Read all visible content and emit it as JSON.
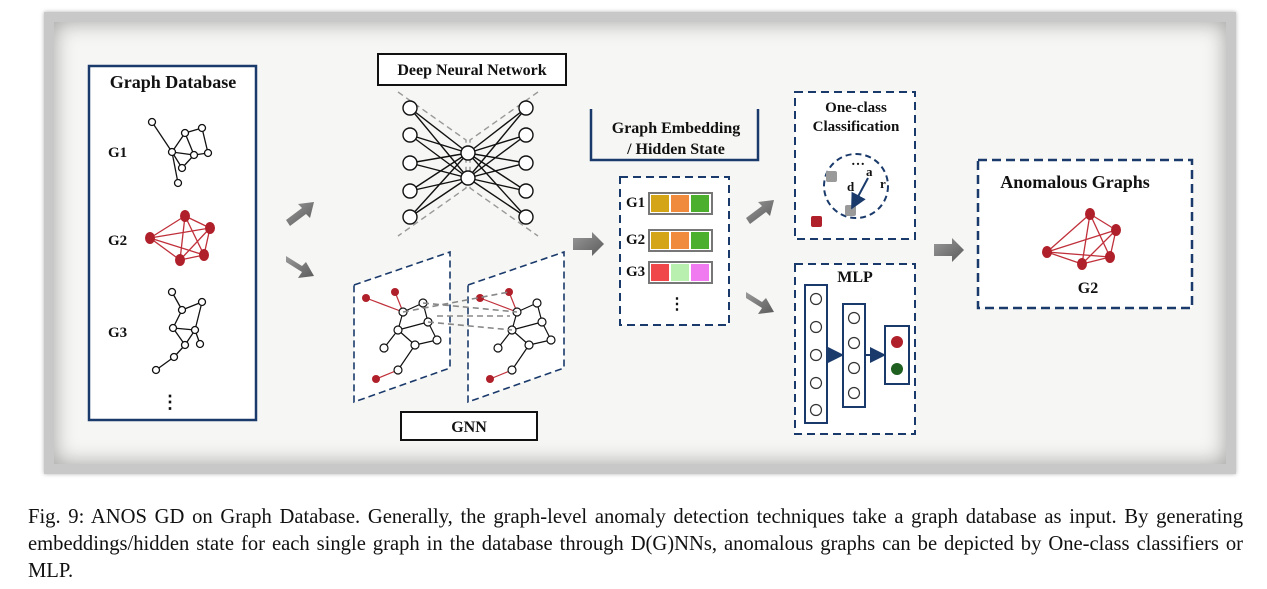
{
  "graph_database": {
    "title": "Graph Database",
    "labels": [
      "G1",
      "G2",
      "G3"
    ],
    "ellipsis": "⋮"
  },
  "dnn": {
    "title": "Deep Neural Network"
  },
  "gnn": {
    "title": "GNN"
  },
  "embedding": {
    "title_line1": "Graph Embedding",
    "title_line2": "/ Hidden State",
    "rows": [
      {
        "label": "G1",
        "colors": [
          "#d4a517",
          "#f08a3c",
          "#4caf2e"
        ]
      },
      {
        "label": "G2",
        "colors": [
          "#d4a517",
          "#f08a3c",
          "#4caf2e"
        ]
      },
      {
        "label": "G3",
        "colors": [
          "#f0474a",
          "#b9f0b0",
          "#f07af0"
        ]
      }
    ],
    "ellipsis": "⋮"
  },
  "one_class": {
    "title_line1": "One-class",
    "title_line2": "Classification",
    "dots": "…",
    "label_a": "a",
    "label_d": "d",
    "label_r": "r"
  },
  "mlp": {
    "title": "MLP"
  },
  "anomalous": {
    "title": "Anomalous Graphs",
    "label": "G2"
  },
  "colors": {
    "navy": "#1a3a6b",
    "anomaly_red": "#b0202a",
    "normal_green": "#1f5f1f"
  },
  "caption": "Fig. 9: ANOS GD on Graph Database. Generally, the graph-level anomaly detection techniques take a graph database as input. By generating embeddings/hidden state for each single graph in the database through D(G)NNs, anomalous graphs can be depicted by One-class classifiers or MLP."
}
